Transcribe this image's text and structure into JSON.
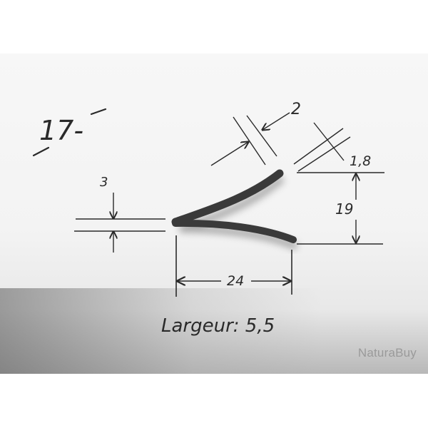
{
  "drawing": {
    "figure_number": "17-",
    "dimensions": {
      "tip_thickness": "2",
      "wire_thickness": "1,8",
      "height_left": "3",
      "spread": "19",
      "length": "24"
    },
    "caption": "Largeur: 5,5"
  },
  "watermark": "NaturaBuy",
  "colors": {
    "paper": "#f4f4f4",
    "ink": "#2a2a2a",
    "wire": "#3a3a3a",
    "watermark": "#9a9a9a"
  }
}
